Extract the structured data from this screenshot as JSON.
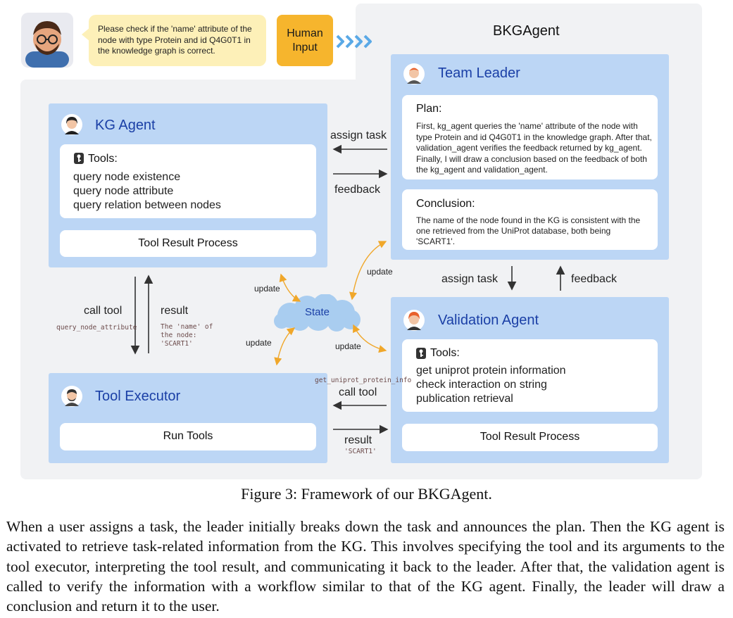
{
  "human": {
    "message": "Please check if the 'name' attribute of the node with type Protein and id Q4G0T1 in the knowledge graph is correct.",
    "input_label": "Human Input"
  },
  "system_title": "BKGAgent",
  "kg_agent": {
    "title": "KG Agent",
    "tools_header": "Tools:",
    "tools": [
      "query node existence",
      "query node attribute",
      "query relation between nodes"
    ],
    "process_label": "Tool Result Process"
  },
  "team_leader": {
    "title": "Team Leader",
    "plan_header": "Plan:",
    "plan_text": "First, kg_agent queries the 'name' attribute of the node with type Protein and id Q4G0T1 in the knowledge graph. After that, validation_agent verifies the feedback returned by kg_agent. Finally, I will draw a conclusion based on the feedback of both the kg_agent and validation_agent.",
    "conclusion_header": "Conclusion:",
    "conclusion_text": "The name of the node found in the KG is consistent with the one retrieved from the UniProt database, both being 'SCART1'."
  },
  "validation_agent": {
    "title": "Validation Agent",
    "tools_header": "Tools:",
    "tools": [
      "get uniprot protein information",
      "check interaction on string",
      "publication retrieval"
    ],
    "process_label": "Tool Result Process"
  },
  "tool_executor": {
    "title": "Tool Executor",
    "run_label": "Run Tools"
  },
  "state_label": "State",
  "edges": {
    "assign_task_top": "assign task",
    "feedback_top": "feedback",
    "assign_task_right": "assign task",
    "feedback_right": "feedback",
    "call_tool_left": "call tool",
    "call_tool_left_arg": "query_node_attribute",
    "result_left": "result",
    "result_left_value": "The 'name' of the node: 'SCART1'",
    "call_tool_right": "call tool",
    "call_tool_right_arg": "get_uniprot_protein_info",
    "result_right": "result",
    "result_right_value": "'SCART1'",
    "update": "update"
  },
  "caption": "Figure 3: Framework of our BKGAgent.",
  "paragraph": "When a user assigns a task, the leader initially breaks down the task and announces the plan. Then the KG agent is activated to retrieve task-related information from the KG. This involves specifying the tool and its arguments to the tool executor, interpreting the tool result, and communicating it back to the leader. After that, the validation agent is called to verify the information with a workflow similar to that of the KG agent. Finally, the leader will draw a conclusion and return it to the user.",
  "colors": {
    "panel": "#f1f2f4",
    "agent_box": "#bcd6f5",
    "title_blue": "#1a3fa6",
    "human_bubble": "#fdf0b8",
    "human_input": "#f6b52d",
    "state_cloud": "#a9cdf0",
    "update_arrow": "#f0a72a",
    "chevrons": "#5aa9e6"
  },
  "icons": [
    "user-avatar-icon",
    "key-icon",
    "chevron-right-icon",
    "cloud-icon",
    "agent-avatar-icon"
  ]
}
